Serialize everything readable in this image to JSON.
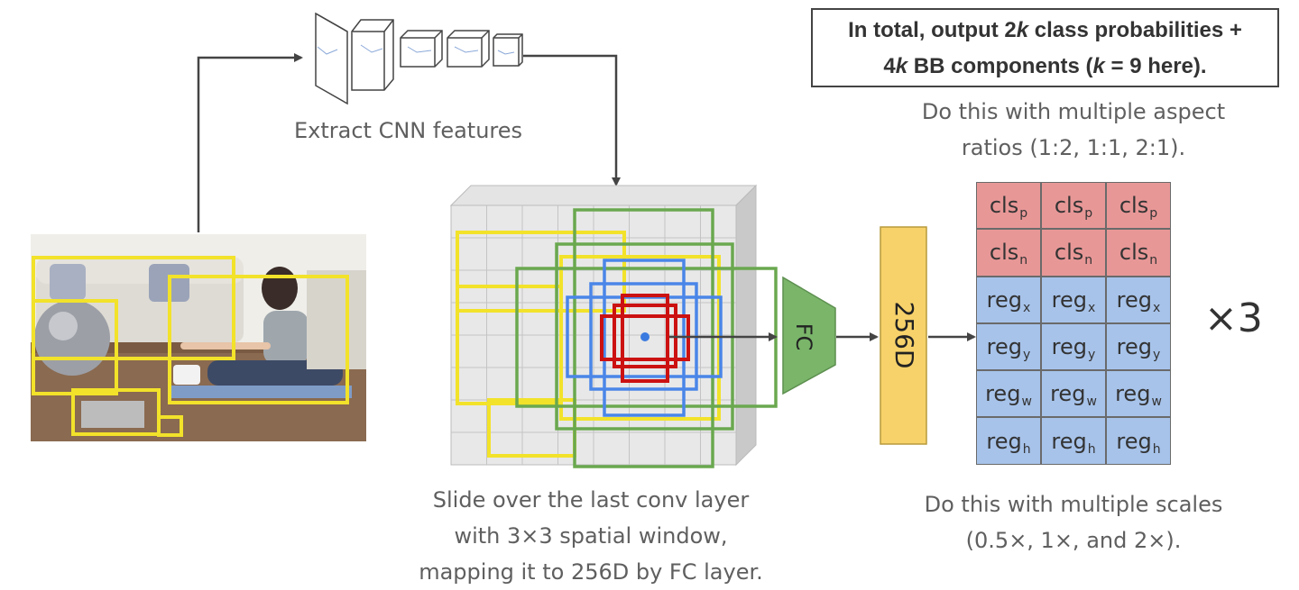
{
  "header_box": {
    "line1_pre": "In total, output 2",
    "line1_k": "k",
    "line1_post": " class probabilities +",
    "line2_pre": "4",
    "line2_k": "k",
    "line2_mid": " BB components (",
    "line2_k2": "k",
    "line2_post": " = 9 here)."
  },
  "cnn_label": "Extract CNN features",
  "aspect_caption": [
    "Do this with multiple aspect",
    "ratios (1:2, 1:1, 2:1)."
  ],
  "scale_caption": [
    "Do this with multiple scales",
    "(0.5×, 1×, and 2×)."
  ],
  "slide_caption": [
    "Slide over the last conv layer",
    "with 3×3 spatial window,",
    "mapping it to 256D by FC layer."
  ],
  "fc_label": "FC",
  "dim_label": "256D",
  "multiplier": "×3",
  "output_rows": [
    {
      "base": "cls",
      "sub": "p",
      "kind": "cls"
    },
    {
      "base": "cls",
      "sub": "n",
      "kind": "cls"
    },
    {
      "base": "reg",
      "sub": "x",
      "kind": "reg"
    },
    {
      "base": "reg",
      "sub": "y",
      "kind": "reg"
    },
    {
      "base": "reg",
      "sub": "w",
      "kind": "reg"
    },
    {
      "base": "reg",
      "sub": "h",
      "kind": "reg"
    }
  ],
  "colors": {
    "yellow_box": "#f2e22a",
    "green_box": "#6aa84f",
    "blue_box": "#4a86e8",
    "red_box": "#cc1111",
    "fc_fill": "#7ab56a",
    "dim_fill": "#f7d26a",
    "cls_fill": "#e89797",
    "reg_fill": "#a7c3ea"
  }
}
